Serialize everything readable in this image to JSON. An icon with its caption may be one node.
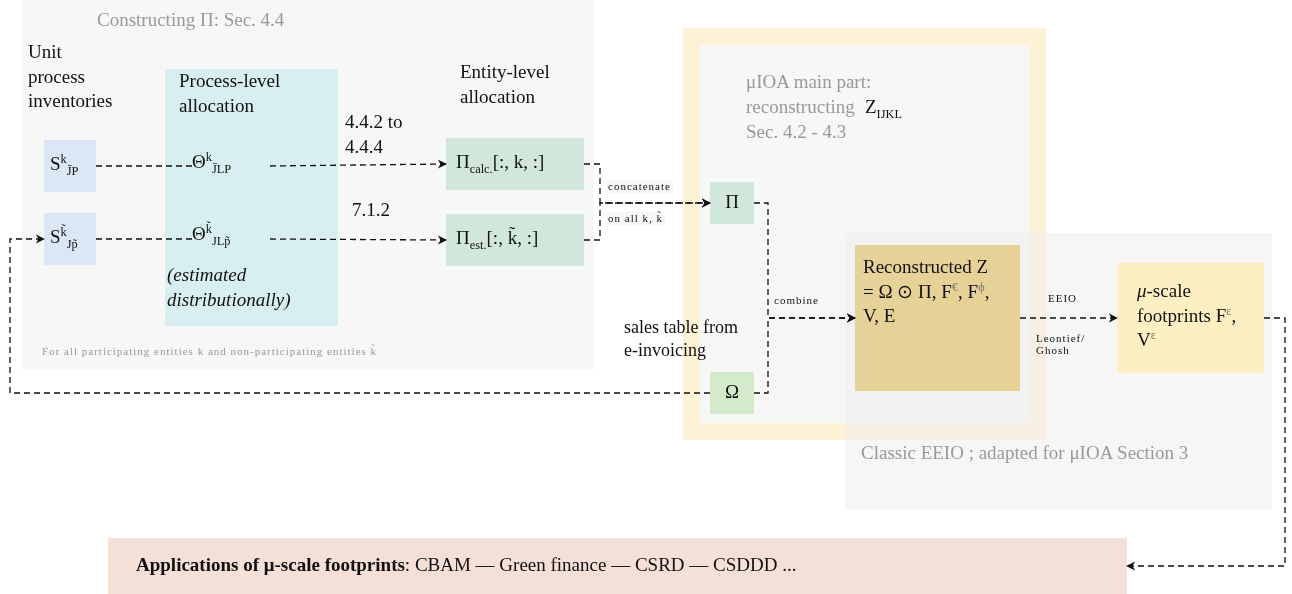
{
  "diagram": {
    "nodes": [
      {
        "text": [
          "Constructing Π: Sec. 4.4",
          "For all participating entities k and non-participating entities k̃"
        ]
      },
      {
        "text": [
          "S$^{k}$$_{J̄P}$"
        ],
        "in": 0
      },
      {
        "text": [
          "S$^{k̃}$$_{Jp̃}$"
        ],
        "in": 0
      },
      {
        "text": [
          "Process-level allocation",
          "(estimated distributionally)"
        ],
        "in": 0
      },
      {
        "text": [
          "Θ$^{k}$$_{J̄LP}$"
        ],
        "in": 3
      },
      {
        "text": [
          "Θ$^{k̃}$$_{JLp̃}$"
        ],
        "in": 3
      },
      {
        "text": [
          "Π$_{calc.}$[:, k, :]"
        ],
        "in": 0
      },
      {
        "text": [
          "Π$_{est.}$[:, k̃, :]"
        ],
        "in": 0
      },
      {
        "text": [
          "μIOA main part: reconstructing",
          "Z$_{IJKL}$",
          "Sec. 4.2 - 4.3"
        ]
      },
      {
        "text": [
          "Π"
        ],
        "in": 8
      },
      {
        "text": [
          "Ω"
        ],
        "in": 8,
        "beside": [
          "sales table from e-invoicing"
        ]
      },
      {
        "text": [
          "Classic EEIO ; adapted for μIOA Section 3"
        ]
      },
      {
        "text": [
          "Reconstructed Z = Ω ⊙ Π, F$^{€}$, F$^{ϕ}$, V, E"
        ]
      },
      {
        "text": [
          "*μ*-scale footprints F$^{ε}$, V$^{ε}$"
        ],
        "in": 11
      },
      {
        "text": [
          "**Applications of μ-scale footprints**: CBAM — Green finance — CSRD — CSDDD ..."
        ]
      }
    ],
    "edges": [
      {
        "from": 1,
        "to": 4,
        "arrow": "none",
        "style": "dashed"
      },
      {
        "from": 2,
        "to": 5,
        "arrow": "none",
        "style": "dashed"
      },
      {
        "from": 4,
        "to": 6,
        "arrow": "to",
        "style": "dashed",
        "label": "4.4.2 to 4.4.4"
      },
      {
        "from": 5,
        "to": 7,
        "arrow": "to",
        "style": "dashed",
        "label": "7.1.2"
      },
      {
        "from": 6,
        "to": 9,
        "arrow": "to",
        "style": "dashed",
        "label": "concatenate"
      },
      {
        "from": 7,
        "to": 9,
        "arrow": "to",
        "style": "dashed",
        "label": "on all k, k̃"
      },
      {
        "from": 9,
        "to": 12,
        "arrow": "to",
        "style": "dashed",
        "label": "combine"
      },
      {
        "from": 10,
        "to": 12,
        "arrow": "to",
        "style": "dashed"
      },
      {
        "from": 10,
        "to": 2,
        "arrow": "to",
        "style": "dashed"
      },
      {
        "from": 12,
        "to": 13,
        "arrow": "to",
        "style": "dashed",
        "label": "EEIO"
      },
      {
        "from": 13,
        "to": 14,
        "arrow": "to",
        "style": "dashed"
      }
    ],
    "labels": [
      "Unit process inventories",
      "Entity-level allocation",
      "Leontief/ Ghosh"
    ]
  }
}
